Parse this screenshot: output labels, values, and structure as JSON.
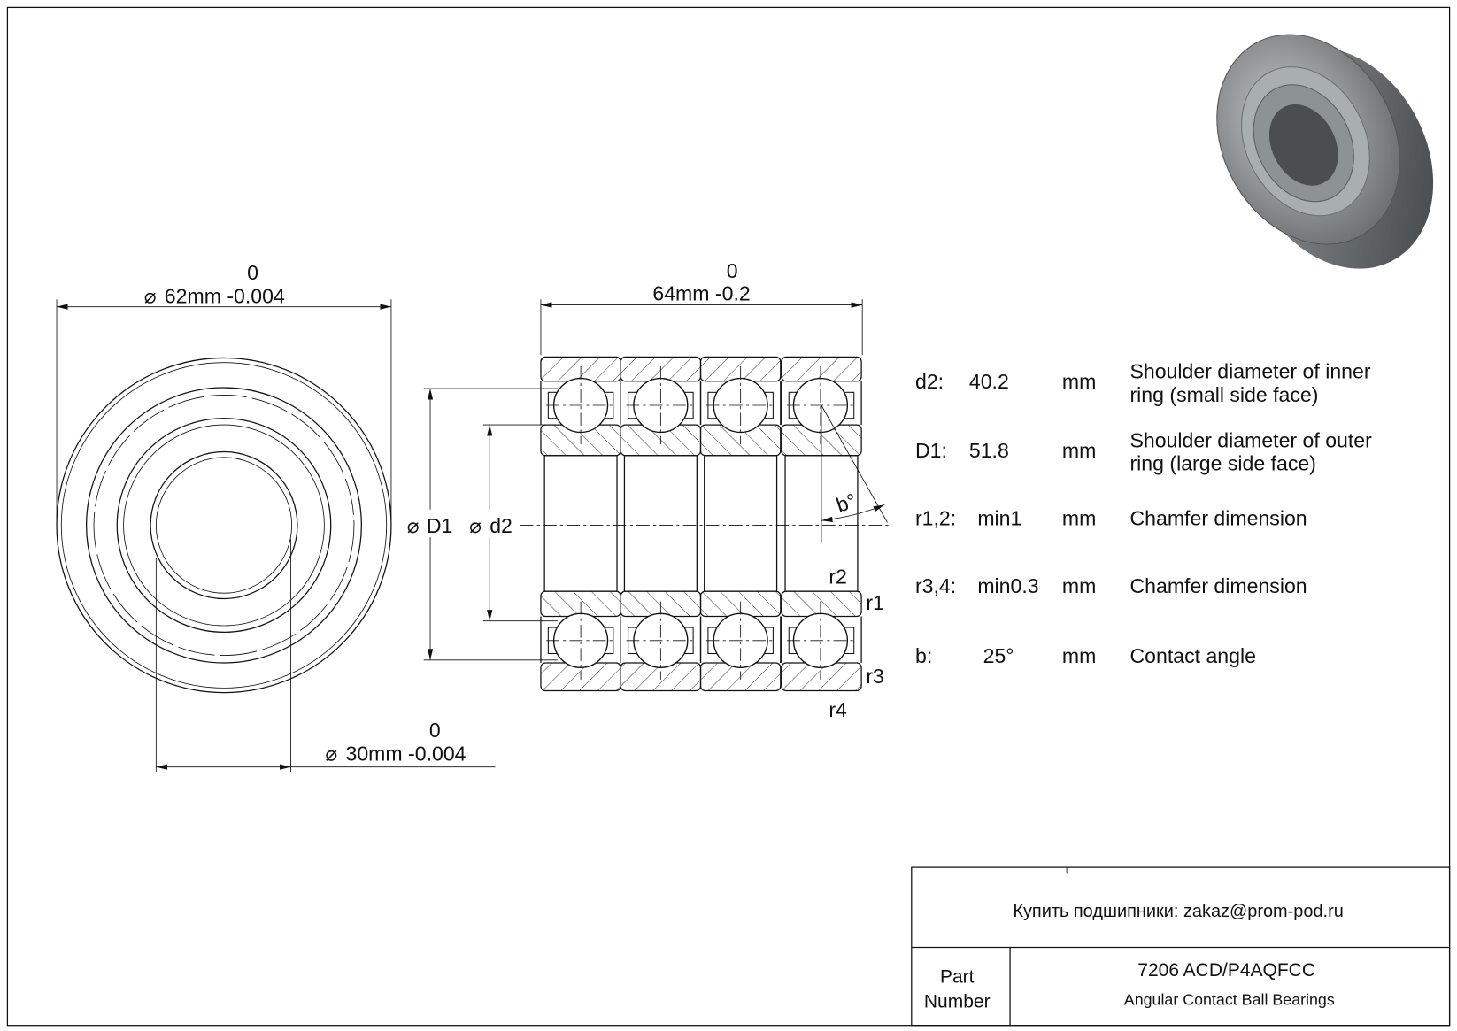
{
  "drawing": {
    "outer_diameter": {
      "tol_upper": "0",
      "label": "62mm -0.004"
    },
    "bore_diameter": {
      "tol_upper": "0",
      "label": "30mm -0.004"
    },
    "width": {
      "tol_upper": "0",
      "label": "64mm -0.2"
    },
    "diameter_symbol": "⌀",
    "labels": {
      "D1": "D1",
      "d2": "d2",
      "angle": "b°",
      "r1": "r1",
      "r2": "r2",
      "r3": "r3",
      "r4": "r4"
    }
  },
  "specs": [
    {
      "key": "d2:",
      "value": "40.2",
      "unit": "mm",
      "desc1": "Shoulder diameter of inner",
      "desc2": "ring (small side face)"
    },
    {
      "key": "D1:",
      "value": "51.8",
      "unit": "mm",
      "desc1": "Shoulder diameter of outer",
      "desc2": "ring (large side face)"
    },
    {
      "key": "r1,2:",
      "value": "min1",
      "unit": "mm",
      "desc1": "Chamfer dimension",
      "desc2": ""
    },
    {
      "key": "r3,4:",
      "value": "min0.3",
      "unit": "mm",
      "desc1": "Chamfer dimension",
      "desc2": ""
    },
    {
      "key": "b:",
      "value": "25°",
      "unit": "mm",
      "desc1": "Contact angle",
      "desc2": ""
    }
  ],
  "title_block": {
    "contact": "Купить подшипники: zakaz@prom-pod.ru",
    "part_label_1": "Part",
    "part_label_2": "Number",
    "part_number": "7206 ACD/P4AQFCC",
    "part_type": "Angular Contact Ball Bearings"
  }
}
